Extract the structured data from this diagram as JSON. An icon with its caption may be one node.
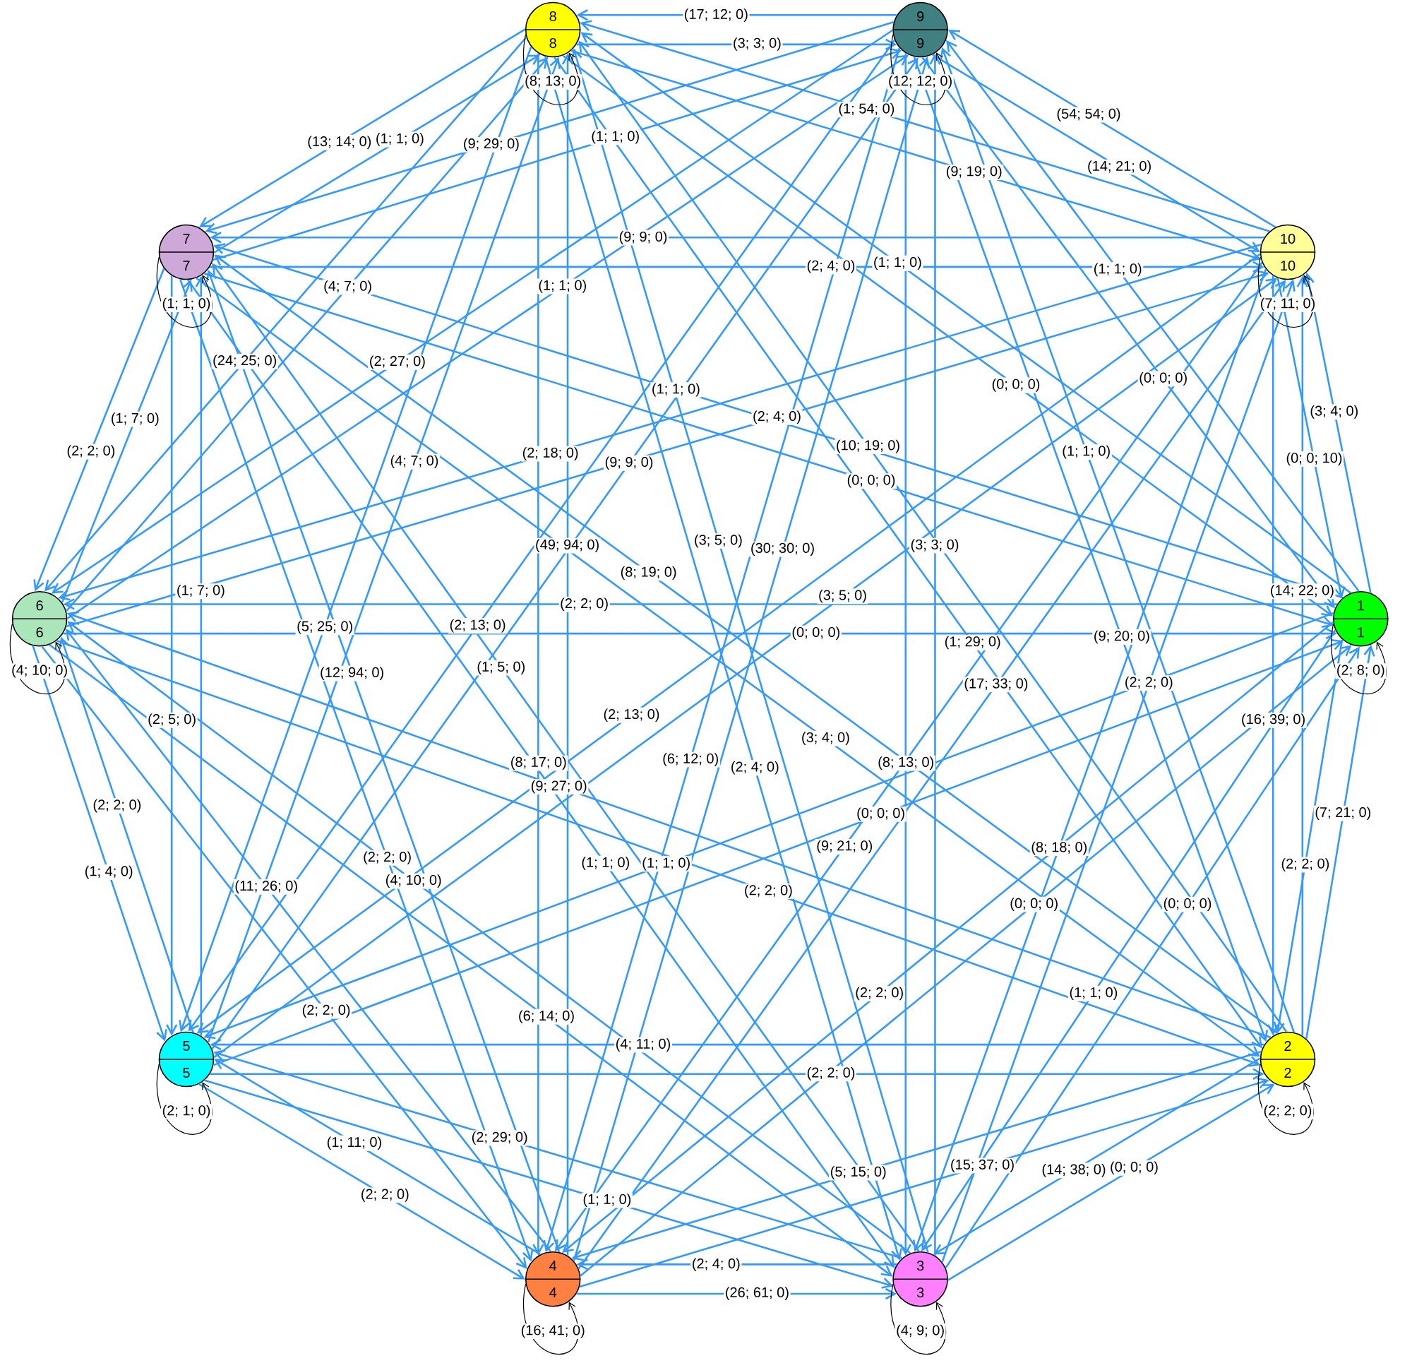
{
  "diagram": {
    "nodes": [
      {
        "text": [
          "1",
          "1"
        ]
      },
      {
        "text": [
          "2",
          "2"
        ]
      },
      {
        "text": [
          "3",
          "3"
        ]
      },
      {
        "text": [
          "4",
          "4"
        ]
      },
      {
        "text": [
          "5",
          "5"
        ]
      },
      {
        "text": [
          "6",
          "6"
        ]
      },
      {
        "text": [
          "7",
          "7"
        ]
      },
      {
        "text": [
          "8",
          "8"
        ]
      },
      {
        "text": [
          "9",
          "9"
        ]
      },
      {
        "text": [
          "10",
          "10"
        ]
      }
    ],
    "edges": [
      {
        "from": 0,
        "to": 1,
        "arrow": "to",
        "label": "(2; 2; 0)"
      },
      {
        "from": 1,
        "to": 0,
        "arrow": "to",
        "label": "(7; 21; 0)"
      },
      {
        "from": 0,
        "to": 2,
        "arrow": "to",
        "label": "(1; 1; 0)"
      },
      {
        "from": 2,
        "to": 0,
        "arrow": "to",
        "label": "(0; 0; 0)"
      },
      {
        "from": 0,
        "to": 3,
        "arrow": "to",
        "label": "(2; 2; 0)"
      },
      {
        "from": 3,
        "to": 0,
        "arrow": "to",
        "label": "(0; 0; 0)"
      },
      {
        "from": 0,
        "to": 4,
        "arrow": "to",
        "label": "(1; 1; 0)"
      },
      {
        "from": 4,
        "to": 0,
        "arrow": "to",
        "label": "(0; 0; 0)"
      },
      {
        "from": 0,
        "to": 5,
        "arrow": "to",
        "label": "(2; 2; 0)"
      },
      {
        "from": 5,
        "to": 0,
        "arrow": "to",
        "label": "(0; 0; 0)"
      },
      {
        "from": 0,
        "to": 6,
        "arrow": "to",
        "label": "(1; 1; 0)"
      },
      {
        "from": 6,
        "to": 0,
        "arrow": "to",
        "label": "(0; 0; 0)"
      },
      {
        "from": 0,
        "to": 7,
        "arrow": "to",
        "label": "(1; 1; 0)"
      },
      {
        "from": 7,
        "to": 0,
        "arrow": "to",
        "label": "(0; 0; 0)"
      },
      {
        "from": 0,
        "to": 8,
        "arrow": "to",
        "label": "(1; 1; 0)"
      },
      {
        "from": 8,
        "to": 0,
        "arrow": "to",
        "label": "(0; 0; 0)"
      },
      {
        "from": 0,
        "to": 9,
        "arrow": "to",
        "label": "(3; 4; 0)"
      },
      {
        "from": 9,
        "to": 0,
        "arrow": "to",
        "label": "(0; 0; 10)"
      },
      {
        "from": 1,
        "to": 2,
        "arrow": "to",
        "label": "(14; 38; 0)"
      },
      {
        "from": 2,
        "to": 1,
        "arrow": "to",
        "label": "(0; 0; 0)"
      },
      {
        "from": 1,
        "to": 3,
        "arrow": "to",
        "label": "(5; 15; 0)"
      },
      {
        "from": 3,
        "to": 1,
        "arrow": "to",
        "label": "(15; 37; 0)"
      },
      {
        "from": 1,
        "to": 4,
        "arrow": "to",
        "label": "(4; 11; 0)"
      },
      {
        "from": 4,
        "to": 1,
        "arrow": "to",
        "label": "(2; 2; 0)"
      },
      {
        "from": 1,
        "to": 5,
        "arrow": "to",
        "label": "(9; 27; 0)"
      },
      {
        "from": 5,
        "to": 1,
        "arrow": "to",
        "label": "(2; 2; 0)"
      },
      {
        "from": 1,
        "to": 6,
        "arrow": "to",
        "label": "(8; 19; 0)"
      },
      {
        "from": 6,
        "to": 1,
        "arrow": "to",
        "label": "(3; 4; 0)"
      },
      {
        "from": 1,
        "to": 7,
        "arrow": "to",
        "label": "(10; 19; 0)"
      },
      {
        "from": 7,
        "to": 1,
        "arrow": "to",
        "label": "(1; 29; 0)"
      },
      {
        "from": 1,
        "to": 8,
        "arrow": "to",
        "label": "(1; 1; 0)"
      },
      {
        "from": 8,
        "to": 1,
        "arrow": "to",
        "label": "(9; 20; 0)"
      },
      {
        "from": 1,
        "to": 9,
        "arrow": "to",
        "label": "(14; 22; 0)"
      },
      {
        "from": 9,
        "to": 1,
        "arrow": "to",
        "label": "(16; 39; 0)"
      },
      {
        "from": 2,
        "to": 3,
        "arrow": "to",
        "label": "(2; 4; 0)"
      },
      {
        "from": 3,
        "to": 2,
        "arrow": "to",
        "label": "(26; 61; 0)"
      },
      {
        "from": 2,
        "to": 4,
        "arrow": "to",
        "label": "(2; 29; 0)"
      },
      {
        "from": 4,
        "to": 2,
        "arrow": "to",
        "label": "(1; 1; 0)"
      },
      {
        "from": 2,
        "to": 5,
        "arrow": "to",
        "label": "(4; 10; 0)"
      },
      {
        "from": 5,
        "to": 2,
        "arrow": "to",
        "label": "(6; 14; 0)"
      },
      {
        "from": 2,
        "to": 6,
        "arrow": "to",
        "label": "(1; 5; 0)"
      },
      {
        "from": 6,
        "to": 2,
        "arrow": "to",
        "label": "(1; 1; 0)"
      },
      {
        "from": 2,
        "to": 7,
        "arrow": "to",
        "label": "(3; 5; 0)"
      },
      {
        "from": 7,
        "to": 2,
        "arrow": "to",
        "label": "(2; 4; 0)"
      },
      {
        "from": 2,
        "to": 8,
        "arrow": "to",
        "label": "(3; 3; 0)"
      },
      {
        "from": 8,
        "to": 2,
        "arrow": "to",
        "label": "(8; 13; 0)"
      },
      {
        "from": 2,
        "to": 9,
        "arrow": "to",
        "label": "(2; 2; 0)"
      },
      {
        "from": 9,
        "to": 2,
        "arrow": "to",
        "label": "(8; 18; 0)"
      },
      {
        "from": 3,
        "to": 4,
        "arrow": "to",
        "label": "(1; 11; 0)"
      },
      {
        "from": 4,
        "to": 3,
        "arrow": "to",
        "label": "(2; 2; 0)"
      },
      {
        "from": 3,
        "to": 5,
        "arrow": "to",
        "label": "(11; 26; 0)"
      },
      {
        "from": 5,
        "to": 3,
        "arrow": "to",
        "label": "(2; 2; 0)"
      },
      {
        "from": 3,
        "to": 6,
        "arrow": "to",
        "label": "(12; 94; 0)"
      },
      {
        "from": 6,
        "to": 3,
        "arrow": "to",
        "label": "(2; 2; 0)"
      },
      {
        "from": 3,
        "to": 7,
        "arrow": "to",
        "label": "(49; 94; 0)"
      },
      {
        "from": 7,
        "to": 3,
        "arrow": "to",
        "label": "(8; 17; 0)"
      },
      {
        "from": 3,
        "to": 8,
        "arrow": "to",
        "label": "(30; 30; 0)"
      },
      {
        "from": 8,
        "to": 3,
        "arrow": "to",
        "label": "(6; 12; 0)"
      },
      {
        "from": 3,
        "to": 9,
        "arrow": "to",
        "label": "(17; 33; 0)"
      },
      {
        "from": 9,
        "to": 3,
        "arrow": "to",
        "label": "(9; 21; 0)"
      },
      {
        "from": 4,
        "to": 5,
        "arrow": "to",
        "label": "(2; 2; 0)"
      },
      {
        "from": 5,
        "to": 4,
        "arrow": "to",
        "label": "(1; 4; 0)"
      },
      {
        "from": 4,
        "to": 6,
        "arrow": "to",
        "label": "(1; 7; 0)"
      },
      {
        "from": 6,
        "to": 4,
        "arrow": "to",
        "label": "(2; 5; 0)"
      },
      {
        "from": 4,
        "to": 7,
        "arrow": "to",
        "label": "(4; 7; 0)"
      },
      {
        "from": 7,
        "to": 4,
        "arrow": "to",
        "label": "(5; 25; 0)"
      },
      {
        "from": 4,
        "to": 8,
        "arrow": "to",
        "label": "(9; 9; 0)"
      },
      {
        "from": 8,
        "to": 4,
        "arrow": "to",
        "label": "(2; 13; 0)"
      },
      {
        "from": 4,
        "to": 9,
        "arrow": "to",
        "label": "(3; 5; 0)"
      },
      {
        "from": 9,
        "to": 4,
        "arrow": "to",
        "label": "(2; 13; 0)"
      },
      {
        "from": 5,
        "to": 6,
        "arrow": "to",
        "label": "(1; 7; 0)"
      },
      {
        "from": 6,
        "to": 5,
        "arrow": "to",
        "label": "(2; 2; 0)"
      },
      {
        "from": 5,
        "to": 7,
        "arrow": "to",
        "label": "(4; 7; 0)"
      },
      {
        "from": 7,
        "to": 5,
        "arrow": "to",
        "label": "(24; 25; 0)"
      },
      {
        "from": 5,
        "to": 8,
        "arrow": "to",
        "label": "(1; 1; 0)"
      },
      {
        "from": 8,
        "to": 5,
        "arrow": "to",
        "label": "(2; 27; 0)"
      },
      {
        "from": 5,
        "to": 9,
        "arrow": "to",
        "label": "(2; 4; 0)"
      },
      {
        "from": 9,
        "to": 5,
        "arrow": "to",
        "label": "(2; 18; 0)"
      },
      {
        "from": 6,
        "to": 7,
        "arrow": "to",
        "label": "(1; 1; 0)"
      },
      {
        "from": 7,
        "to": 6,
        "arrow": "to",
        "label": "(13; 14; 0)"
      },
      {
        "from": 6,
        "to": 8,
        "arrow": "to",
        "label": "(1; 1; 0)"
      },
      {
        "from": 8,
        "to": 6,
        "arrow": "to",
        "label": "(9; 29; 0)"
      },
      {
        "from": 6,
        "to": 9,
        "arrow": "to",
        "label": "(2; 4; 0)"
      },
      {
        "from": 9,
        "to": 6,
        "arrow": "to",
        "label": "(9; 9; 0)"
      },
      {
        "from": 7,
        "to": 8,
        "arrow": "to",
        "label": "(3; 3; 0)"
      },
      {
        "from": 8,
        "to": 7,
        "arrow": "to",
        "label": "(17; 12; 0)"
      },
      {
        "from": 7,
        "to": 9,
        "arrow": "to",
        "label": "(9; 19; 0)"
      },
      {
        "from": 9,
        "to": 7,
        "arrow": "to",
        "label": "(1; 54; 0)"
      },
      {
        "from": 8,
        "to": 9,
        "arrow": "to",
        "label": "(14; 21; 0)"
      },
      {
        "from": 9,
        "to": 8,
        "arrow": "to",
        "label": "(54; 54; 0)"
      },
      {
        "from": 0,
        "to": 0,
        "arrow": "to",
        "label": "(2; 8; 0)",
        "color": "#000000"
      },
      {
        "from": 1,
        "to": 1,
        "arrow": "to",
        "label": "(2; 2; 0)",
        "color": "#000000"
      },
      {
        "from": 2,
        "to": 2,
        "arrow": "to",
        "label": "(4; 9; 0)",
        "color": "#000000"
      },
      {
        "from": 3,
        "to": 3,
        "arrow": "to",
        "label": "(16; 41; 0)",
        "color": "#000000"
      },
      {
        "from": 4,
        "to": 4,
        "arrow": "to",
        "label": "(2; 1; 0)",
        "color": "#000000"
      },
      {
        "from": 5,
        "to": 5,
        "arrow": "to",
        "label": "(4; 10; 0)",
        "color": "#000000"
      },
      {
        "from": 6,
        "to": 6,
        "arrow": "to",
        "label": "(1; 1; 0)",
        "color": "#000000"
      },
      {
        "from": 7,
        "to": 7,
        "arrow": "to",
        "label": "(8; 13; 0)",
        "color": "#000000"
      },
      {
        "from": 8,
        "to": 8,
        "arrow": "to",
        "label": "(12; 12; 0)",
        "color": "#000000"
      },
      {
        "from": 9,
        "to": 9,
        "arrow": "to",
        "label": "(7; 11; 0)",
        "color": "#000000"
      }
    ]
  }
}
